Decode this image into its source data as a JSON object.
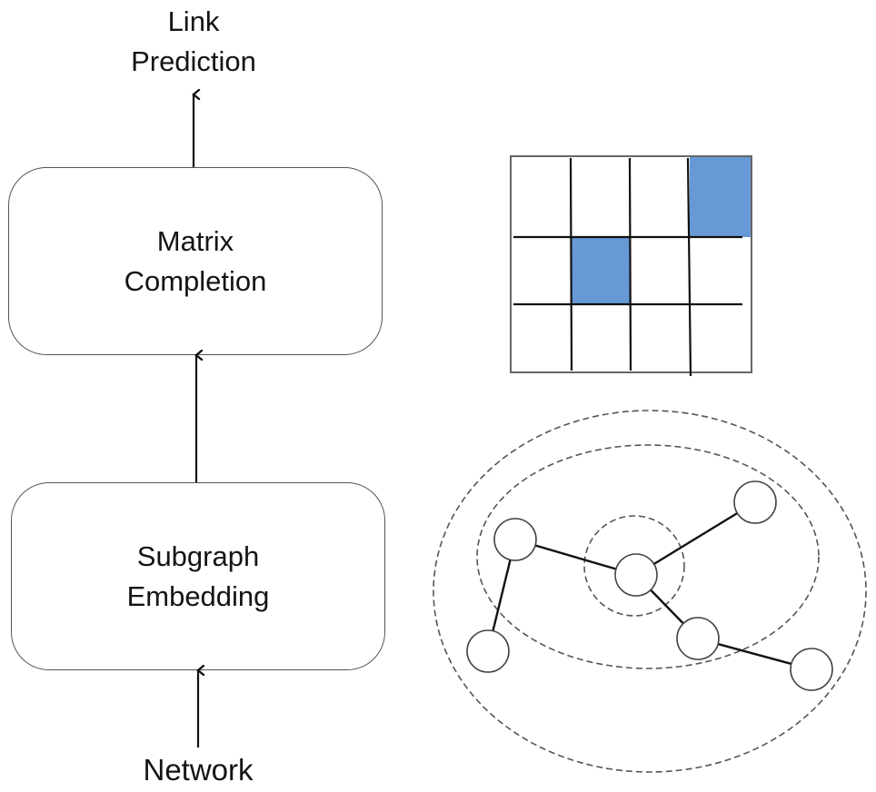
{
  "pipeline": {
    "output_label": [
      "Link",
      "Prediction"
    ],
    "stages": [
      {
        "id": "matrix-completion",
        "lines": [
          "Matrix",
          "Completion"
        ]
      },
      {
        "id": "subgraph-embedding",
        "lines": [
          "Subgraph",
          "Embedding"
        ]
      }
    ],
    "input_label": "Network"
  },
  "matrix": {
    "rows": 3,
    "cols": 4,
    "highlighted_cells": [
      {
        "row": 0,
        "col": 3
      },
      {
        "row": 1,
        "col": 1
      }
    ],
    "highlight_color": "#6699D6",
    "line_color": "#111111"
  },
  "graph": {
    "nodes": [
      {
        "id": "n1",
        "role": "neighbor-1hop"
      },
      {
        "id": "center",
        "role": "target"
      },
      {
        "id": "n3",
        "role": "neighbor-1hop"
      },
      {
        "id": "n4",
        "role": "neighbor-2hop"
      },
      {
        "id": "n5",
        "role": "neighbor-1hop"
      },
      {
        "id": "n6",
        "role": "neighbor-2hop"
      }
    ],
    "edges": [
      [
        "n1",
        "center"
      ],
      [
        "center",
        "n3"
      ],
      [
        "center",
        "n5"
      ],
      [
        "n1",
        "n4"
      ],
      [
        "n5",
        "n6"
      ]
    ],
    "hop_rings": [
      "0-hop",
      "1-hop",
      "2-hop"
    ],
    "ring_style": "dashed"
  },
  "colors": {
    "stroke": "#111111",
    "box_border": "#555555",
    "dashed_ring": "#555555",
    "background": "#ffffff"
  }
}
